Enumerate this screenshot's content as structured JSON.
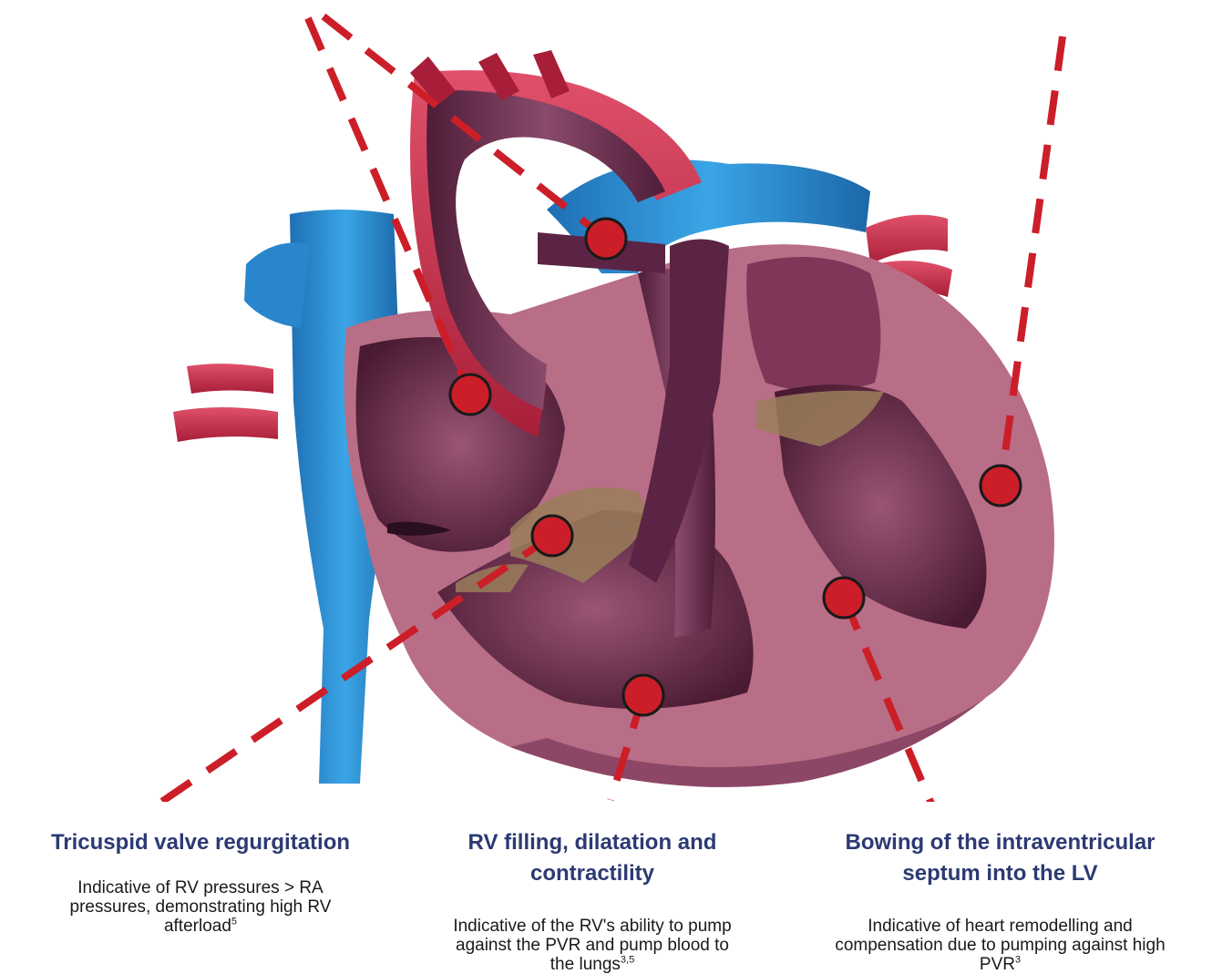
{
  "colors": {
    "marker_fill": "#cc1e28",
    "marker_stroke": "#1a1a1a",
    "leader_line": "#cc1e28",
    "heading": "#2c3a73",
    "myocardium": "#b86e86",
    "chamber": "#6a2a48",
    "vessel_blue": "#2c8fd4",
    "vessel_red": "#c8324b",
    "valve_tissue": "#9a7e5a"
  },
  "labels": [
    {
      "heading": "Tricuspid valve regurgitation",
      "description": "Indicative of RV pressures > RA pressures, demonstrating high RV afterload",
      "reference": "5"
    },
    {
      "heading": "RV filling, dilatation and contractility",
      "description": "Indicative of the RV's ability to pump against the PVR and pump blood to the lungs",
      "reference": "3,5"
    },
    {
      "heading": "Bowing of the intraventricular septum into the LV",
      "description": "Indicative of heart remodelling and compensation due to pumping against high PVR",
      "reference": "3"
    }
  ]
}
